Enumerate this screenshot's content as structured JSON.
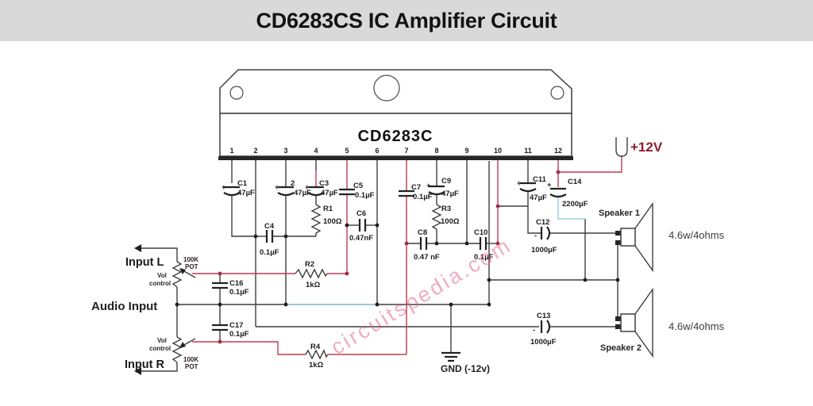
{
  "title": "CD6283CS IC Amplifier Circuit",
  "watermark": "circuitspedia.com",
  "ic": {
    "name": "CD6283C",
    "pins": [
      "1",
      "2",
      "3",
      "4",
      "5",
      "6",
      "7",
      "8",
      "9",
      "10",
      "11",
      "12"
    ]
  },
  "power": {
    "label": "+12V"
  },
  "ground": {
    "label": "GND (-12v)"
  },
  "inputs": {
    "left": "Input L",
    "right": "Input R",
    "audio": "Audio Input",
    "vol_line1": "Vol",
    "vol_line2": "control",
    "pot_line1": "100K",
    "pot_line2": "POT"
  },
  "speakers": {
    "s1": "Speaker 1",
    "s2": "Speaker 2",
    "rating1": "4.6w/4ohms",
    "rating2": "4.6w/4ohms"
  },
  "symbols": {
    "plus": "+",
    "minus": "-"
  },
  "components": {
    "c1": {
      "name": "C1",
      "value": "47µF"
    },
    "c2": {
      "name": "2",
      "value": "47µF"
    },
    "c3": {
      "name": "C3",
      "value": "47µF"
    },
    "c4": {
      "name": "C4",
      "value": "0.1µF"
    },
    "c5": {
      "name": "C5",
      "value": "0.1µF"
    },
    "c6": {
      "name": "C6",
      "value": "0.47nF"
    },
    "c7": {
      "name": "C7",
      "value": "0.1µF"
    },
    "c8": {
      "name": "C8",
      "value": "0.47 nF"
    },
    "c9": {
      "name": "C9",
      "value": "47µF"
    },
    "c10": {
      "name": "C10",
      "value": "0.1µF"
    },
    "c11": {
      "name": "C11",
      "value": "47µF"
    },
    "c12": {
      "name": "C12",
      "value": "1000µF"
    },
    "c13": {
      "name": "C13",
      "value": "1000µF"
    },
    "c14": {
      "name": "C14",
      "value": "2200µF"
    },
    "c16": {
      "name": "C16",
      "value": "0.1µF"
    },
    "c17": {
      "name": "C17",
      "value": "0.1µF"
    },
    "r1": {
      "name": "R1",
      "value": "100Ω"
    },
    "r2": {
      "name": "R2",
      "value": "1kΩ"
    },
    "r3": {
      "name": "R3",
      "value": "100Ω"
    },
    "r4": {
      "name": "R4",
      "value": "1kΩ"
    }
  },
  "colors": {
    "title_bg": "#d9d9d9",
    "wire": "#3f3f3f",
    "signal_red": "#c23b52",
    "cyan": "#9ad2e4",
    "power_text": "#8e1c2e",
    "watermark_pink": "#e15a82"
  }
}
